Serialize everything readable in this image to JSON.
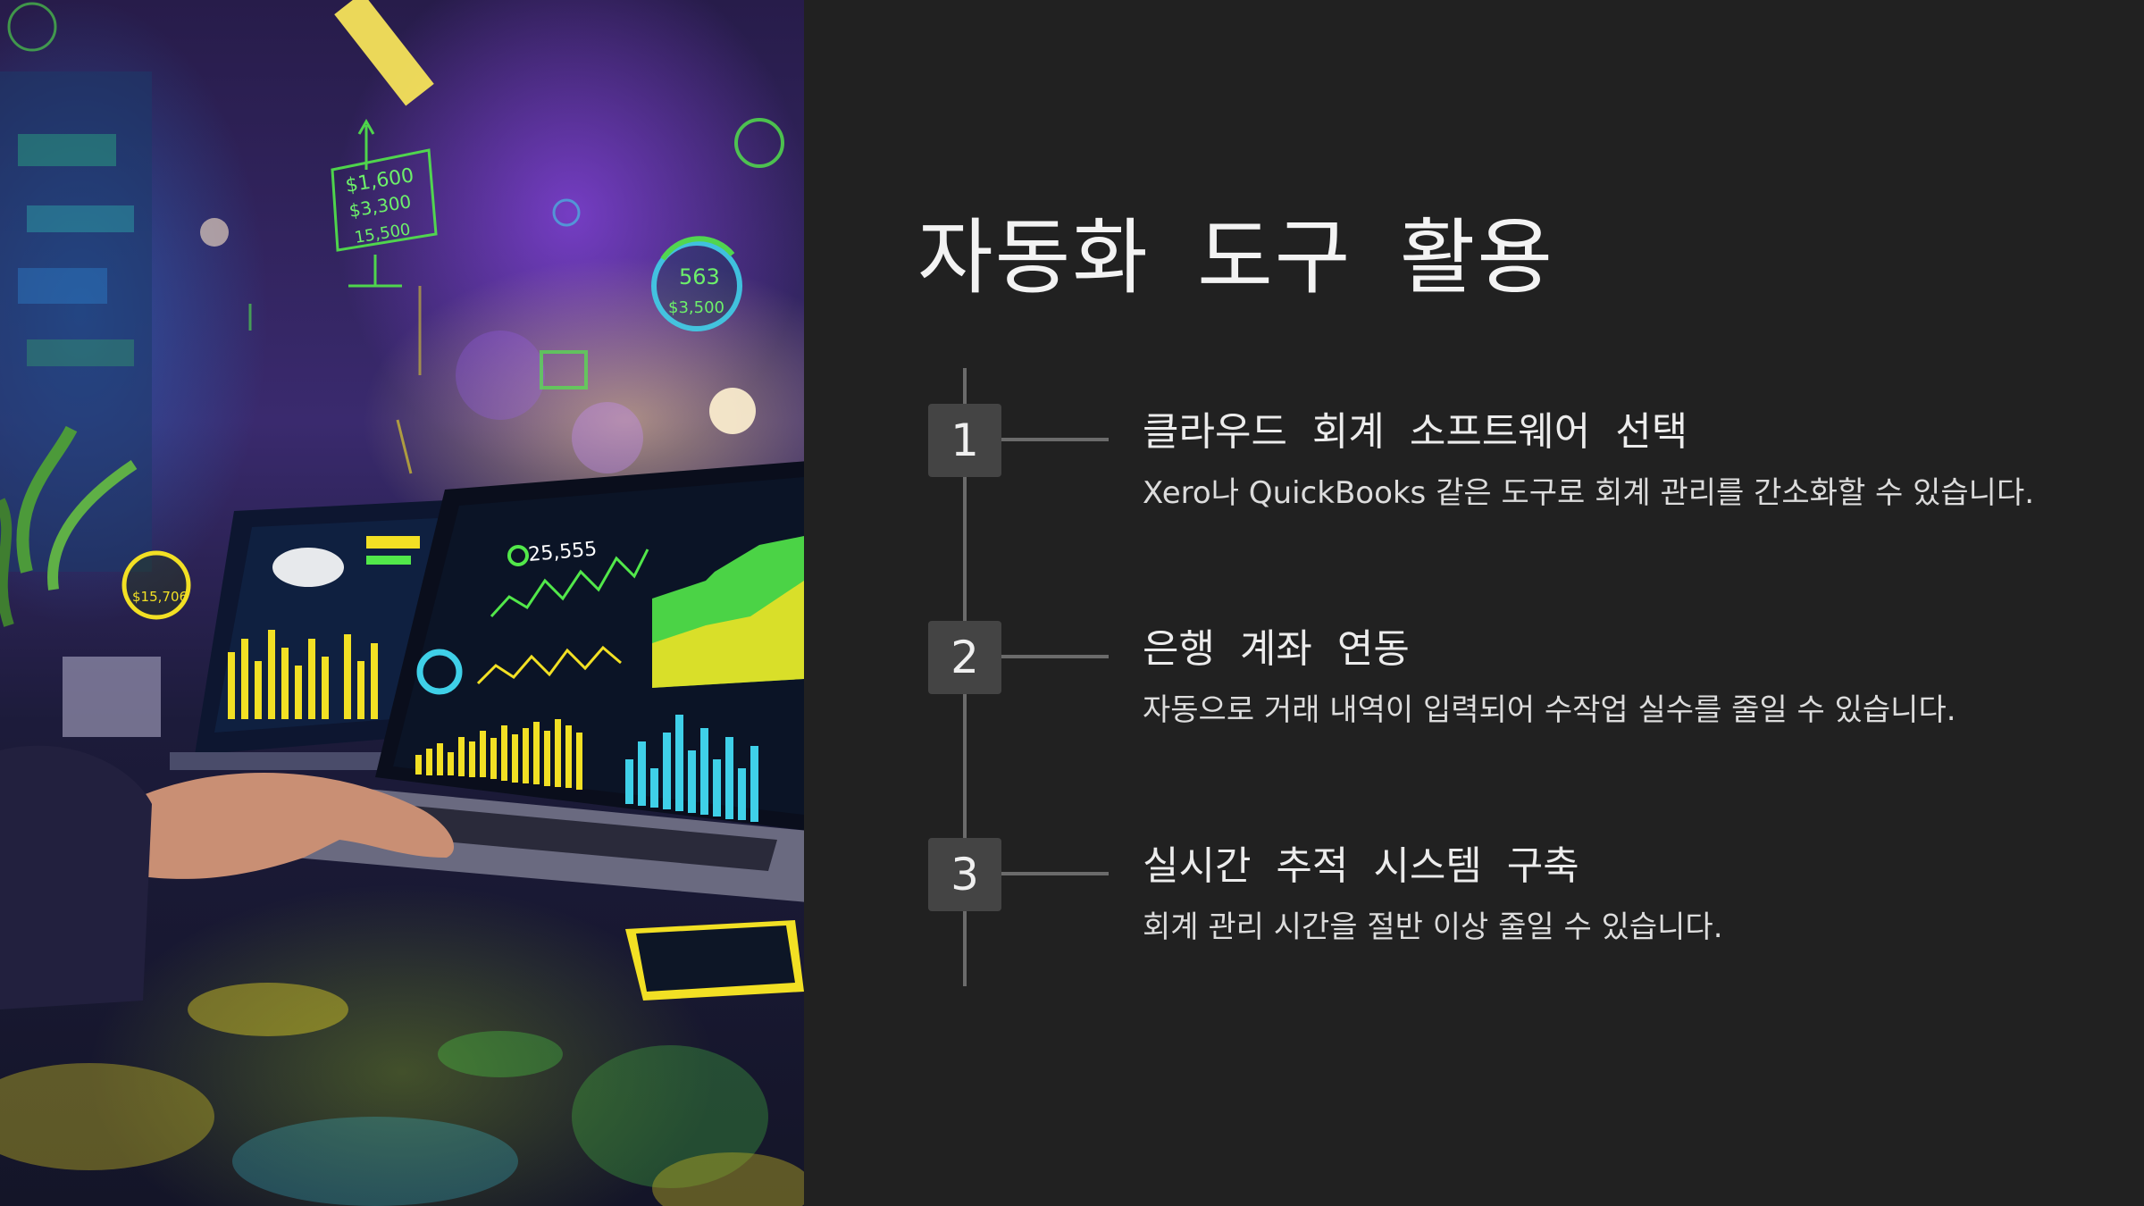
{
  "title": "자동화 도구 활용",
  "steps": [
    {
      "number": "1",
      "title": "클라우드 회계 소프트웨어 선택",
      "description": "Xero나 QuickBooks 같은 도구로 회계 관리를 간소화할 수 있습니다."
    },
    {
      "number": "2",
      "title": "은행 계좌 연동",
      "description": "자동으로 거래 내역이 입력되어 수작업 실수를 줄일 수 있습니다."
    },
    {
      "number": "3",
      "title": "실시간 추적 시스템 구축",
      "description": "회계 관리 시간을 절반 이상 줄일 수 있습니다."
    }
  ],
  "illustration": {
    "screen_label": "25,555",
    "floating_labels": [
      "$1,600",
      "$3,300",
      "15,500",
      "563",
      "$3,500",
      "$15,706"
    ]
  },
  "colors": {
    "background": "#212121",
    "number_box": "#444444",
    "timeline": "#6b6b6b",
    "accent_yellow": "#f2e024",
    "accent_green": "#52e84a",
    "accent_cyan": "#3fd0e8"
  }
}
